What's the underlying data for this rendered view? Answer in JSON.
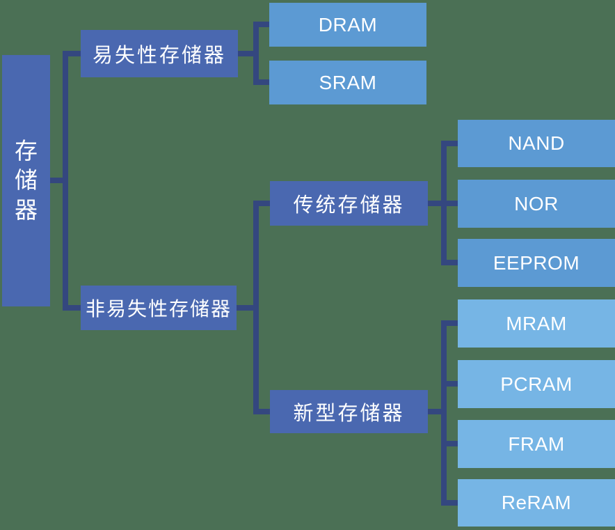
{
  "diagram": {
    "type": "tree-diagram",
    "topic": "存储器",
    "colors": {
      "background": "#4b7055",
      "branch_box": "#4a68b0",
      "flash_leaf_box": "#5c9ad3",
      "new_leaf_box": "#76b5e5",
      "connector_line": "#34477f",
      "text": "#ffffff"
    },
    "nodes": {
      "root": "存储器",
      "root_chars": [
        "存",
        "储",
        "器"
      ],
      "volatile": "易失性存储器",
      "nonvolatile": "非易失性存储器",
      "traditional": "传统存储器",
      "newtype": "新型存储器",
      "dram": "DRAM",
      "sram": "SRAM",
      "nand": "NAND",
      "nor": "NOR",
      "eeprom": "EEPROM",
      "mram": "MRAM",
      "pcram": "PCRAM",
      "fram": "FRAM",
      "reram": "ReRAM"
    },
    "tree": {
      "label": "存储器",
      "children": [
        {
          "label": "易失性存储器",
          "children": [
            {
              "label": "DRAM"
            },
            {
              "label": "SRAM"
            }
          ]
        },
        {
          "label": "非易失性存储器",
          "children": [
            {
              "label": "传统存储器",
              "children": [
                {
                  "label": "NAND"
                },
                {
                  "label": "NOR"
                },
                {
                  "label": "EEPROM"
                }
              ]
            },
            {
              "label": "新型存储器",
              "children": [
                {
                  "label": "MRAM"
                },
                {
                  "label": "PCRAM"
                },
                {
                  "label": "FRAM"
                },
                {
                  "label": "ReRAM"
                }
              ]
            }
          ]
        }
      ]
    }
  }
}
